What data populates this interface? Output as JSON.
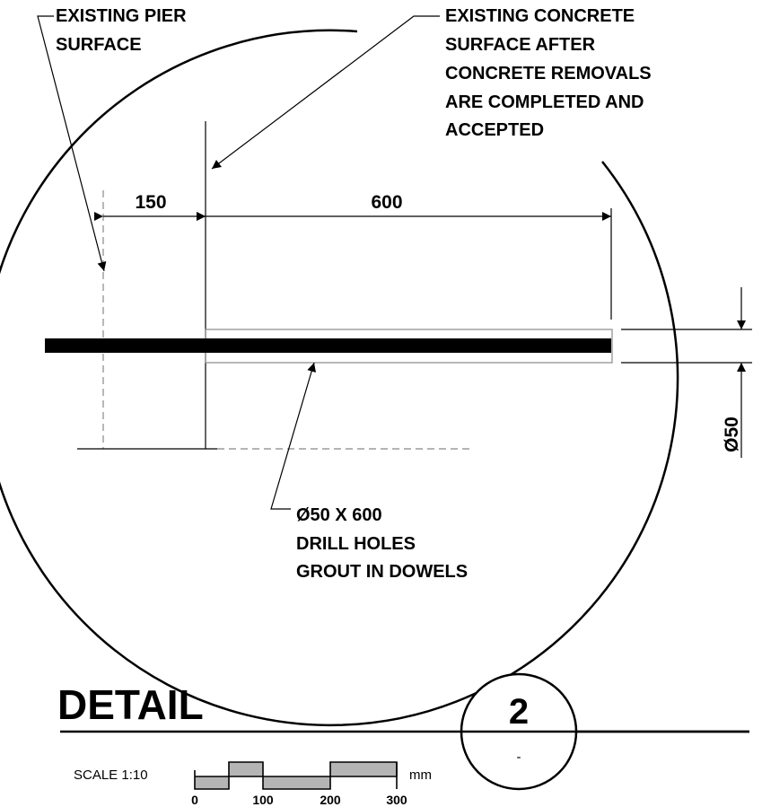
{
  "callouts": {
    "pier_line1": "EXISTING PIER",
    "pier_line2": "SURFACE",
    "concrete_line1": "EXISTING CONCRETE",
    "concrete_line2": "SURFACE AFTER",
    "concrete_line3": "CONCRETE REMOVALS",
    "concrete_line4": "ARE COMPLETED AND",
    "concrete_line5": "ACCEPTED",
    "dowel_line1": "Ø50 X 600",
    "dowel_line2": "DRILL HOLES",
    "dowel_line3": "GROUT IN DOWELS"
  },
  "dimensions": {
    "left": "150",
    "main": "600",
    "diameter": "Ø50"
  },
  "detail": {
    "title": "DETAIL",
    "number": "2",
    "sheet": "-"
  },
  "scale": {
    "label": "SCALE 1:10",
    "unit": "mm",
    "ticks": [
      "0",
      "100",
      "200",
      "300"
    ]
  }
}
